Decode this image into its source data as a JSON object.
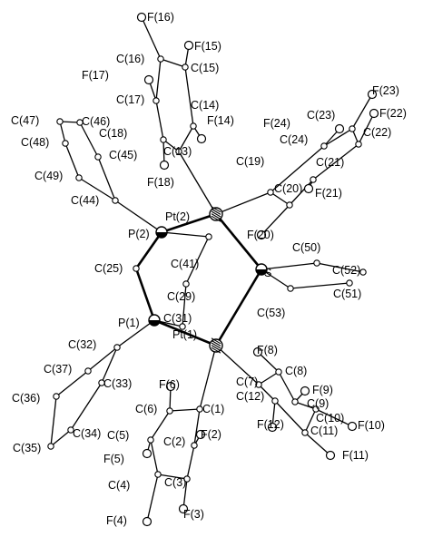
{
  "figure": {
    "atoms": [
      {
        "id": "Pt1",
        "label": "Pt(1)",
        "kind": "metal"
      },
      {
        "id": "Pt2",
        "label": "Pt(2)",
        "kind": "metal"
      },
      {
        "id": "P1",
        "label": "P(1)",
        "kind": "heavy"
      },
      {
        "id": "P2",
        "label": "P(2)",
        "kind": "heavy"
      },
      {
        "id": "S",
        "label": "S",
        "kind": "heavy"
      },
      {
        "id": "F16",
        "label": "F(16)",
        "kind": "F"
      },
      {
        "id": "C16",
        "label": "C(16)",
        "kind": "C"
      },
      {
        "id": "F15",
        "label": "F(15)",
        "kind": "F"
      },
      {
        "id": "C15",
        "label": "C(15)",
        "kind": "C"
      },
      {
        "id": "F17",
        "label": "F(17)",
        "kind": "F"
      },
      {
        "id": "C17",
        "label": "C(17)",
        "kind": "C"
      },
      {
        "id": "C14",
        "label": "C(14)",
        "kind": "C"
      },
      {
        "id": "F14",
        "label": "F(14)",
        "kind": "F"
      },
      {
        "id": "C18",
        "label": "C(18)",
        "kind": "C"
      },
      {
        "id": "C13",
        "label": "C(13)",
        "kind": "C"
      },
      {
        "id": "F18",
        "label": "F(18)",
        "kind": "F"
      },
      {
        "id": "F23",
        "label": "F(23)",
        "kind": "F"
      },
      {
        "id": "F22",
        "label": "F(22)",
        "kind": "F"
      },
      {
        "id": "F24",
        "label": "F(24)",
        "kind": "F"
      },
      {
        "id": "C23",
        "label": "C(23)",
        "kind": "C"
      },
      {
        "id": "C24",
        "label": "C(24)",
        "kind": "C"
      },
      {
        "id": "C22",
        "label": "C(22)",
        "kind": "C"
      },
      {
        "id": "C19",
        "label": "C(19)",
        "kind": "C"
      },
      {
        "id": "C21",
        "label": "C(21)",
        "kind": "C"
      },
      {
        "id": "C20",
        "label": "C(20)",
        "kind": "C"
      },
      {
        "id": "F21",
        "label": "F(21)",
        "kind": "F"
      },
      {
        "id": "F20",
        "label": "F(20)",
        "kind": "F"
      },
      {
        "id": "C47",
        "label": "C(47)",
        "kind": "C"
      },
      {
        "id": "C46",
        "label": "C(46)",
        "kind": "C"
      },
      {
        "id": "C48",
        "label": "C(48)",
        "kind": "C"
      },
      {
        "id": "C45",
        "label": "C(45)",
        "kind": "C"
      },
      {
        "id": "C49",
        "label": "C(49)",
        "kind": "C"
      },
      {
        "id": "C44",
        "label": "C(44)",
        "kind": "C"
      },
      {
        "id": "C25",
        "label": "C(25)",
        "kind": "C"
      },
      {
        "id": "C41",
        "label": "C(41)",
        "kind": "C"
      },
      {
        "id": "C29",
        "label": "C(29)",
        "kind": "C"
      },
      {
        "id": "C31",
        "label": "C(31)",
        "kind": "C"
      },
      {
        "id": "C50",
        "label": "C(50)",
        "kind": "C"
      },
      {
        "id": "C52",
        "label": "C(52)",
        "kind": "C"
      },
      {
        "id": "C51",
        "label": "C(51)",
        "kind": "C"
      },
      {
        "id": "C53",
        "label": "C(53)",
        "kind": "C"
      },
      {
        "id": "C32",
        "label": "C(32)",
        "kind": "C"
      },
      {
        "id": "C37",
        "label": "C(37)",
        "kind": "C"
      },
      {
        "id": "C33",
        "label": "C(33)",
        "kind": "C"
      },
      {
        "id": "C36",
        "label": "C(36)",
        "kind": "C"
      },
      {
        "id": "C34",
        "label": "C(34)",
        "kind": "C"
      },
      {
        "id": "C35",
        "label": "C(35)",
        "kind": "C"
      },
      {
        "id": "F6",
        "label": "F(6)",
        "kind": "F"
      },
      {
        "id": "C6",
        "label": "C(6)",
        "kind": "C"
      },
      {
        "id": "C1",
        "label": "C(1)",
        "kind": "C"
      },
      {
        "id": "C5",
        "label": "C(5)",
        "kind": "C"
      },
      {
        "id": "C2",
        "label": "C(2)",
        "kind": "C"
      },
      {
        "id": "F2",
        "label": "F(2)",
        "kind": "F"
      },
      {
        "id": "F5",
        "label": "F(5)",
        "kind": "F"
      },
      {
        "id": "C4",
        "label": "C(4)",
        "kind": "C"
      },
      {
        "id": "C3",
        "label": "C(3)",
        "kind": "C"
      },
      {
        "id": "F4",
        "label": "F(4)",
        "kind": "F"
      },
      {
        "id": "F3",
        "label": "F(3)",
        "kind": "F"
      },
      {
        "id": "F8",
        "label": "F(8)",
        "kind": "F"
      },
      {
        "id": "C8",
        "label": "C(8)",
        "kind": "C"
      },
      {
        "id": "C7",
        "label": "C(7)",
        "kind": "C"
      },
      {
        "id": "F9",
        "label": "F(9)",
        "kind": "F"
      },
      {
        "id": "C9",
        "label": "C(9)",
        "kind": "C"
      },
      {
        "id": "C12",
        "label": "C(12)",
        "kind": "C"
      },
      {
        "id": "C10",
        "label": "C(10)",
        "kind": "C"
      },
      {
        "id": "F12",
        "label": "F(12)",
        "kind": "F"
      },
      {
        "id": "C11",
        "label": "C(11)",
        "kind": "C"
      },
      {
        "id": "F10",
        "label": "F(10)",
        "kind": "F"
      },
      {
        "id": "F11",
        "label": "F(11)",
        "kind": "F"
      }
    ],
    "bonds": [
      [
        "Pt2",
        "P2"
      ],
      [
        "Pt2",
        "S"
      ],
      [
        "Pt1",
        "S"
      ],
      [
        "Pt1",
        "P1"
      ],
      [
        "P2",
        "C25"
      ],
      [
        "C25",
        "P1"
      ],
      [
        "Pt2",
        "C13"
      ],
      [
        "Pt2",
        "C19"
      ],
      [
        "Pt1",
        "C1"
      ],
      [
        "Pt1",
        "C7"
      ],
      [
        "P2",
        "C44"
      ],
      [
        "P2",
        "C41"
      ],
      [
        "P1",
        "C32"
      ],
      [
        "P1",
        "C31"
      ],
      [
        "C41",
        "C29"
      ],
      [
        "C29",
        "C31"
      ],
      [
        "S",
        "C50"
      ],
      [
        "C50",
        "C52"
      ],
      [
        "S",
        "C53"
      ],
      [
        "C53",
        "C51"
      ],
      [
        "C13",
        "C14"
      ],
      [
        "C14",
        "C15"
      ],
      [
        "C15",
        "C16"
      ],
      [
        "C16",
        "C17"
      ],
      [
        "C17",
        "C18"
      ],
      [
        "C18",
        "C13"
      ],
      [
        "C16",
        "F16"
      ],
      [
        "C15",
        "F15"
      ],
      [
        "C17",
        "F17"
      ],
      [
        "C14",
        "F14"
      ],
      [
        "C18",
        "F18"
      ],
      [
        "C19",
        "C20"
      ],
      [
        "C20",
        "C21"
      ],
      [
        "C21",
        "C22"
      ],
      [
        "C22",
        "C23"
      ],
      [
        "C23",
        "C24"
      ],
      [
        "C24",
        "C19"
      ],
      [
        "C23",
        "F23"
      ],
      [
        "C22",
        "F22"
      ],
      [
        "C24",
        "F24"
      ],
      [
        "C21",
        "F21"
      ],
      [
        "C20",
        "F20"
      ],
      [
        "C44",
        "C45"
      ],
      [
        "C45",
        "C46"
      ],
      [
        "C46",
        "C47"
      ],
      [
        "C47",
        "C48"
      ],
      [
        "C48",
        "C49"
      ],
      [
        "C49",
        "C44"
      ],
      [
        "C32",
        "C33"
      ],
      [
        "C33",
        "C34"
      ],
      [
        "C34",
        "C35"
      ],
      [
        "C35",
        "C36"
      ],
      [
        "C36",
        "C37"
      ],
      [
        "C37",
        "C32"
      ],
      [
        "C1",
        "C2"
      ],
      [
        "C2",
        "C3"
      ],
      [
        "C3",
        "C4"
      ],
      [
        "C4",
        "C5"
      ],
      [
        "C5",
        "C6"
      ],
      [
        "C6",
        "C1"
      ],
      [
        "C6",
        "F6"
      ],
      [
        "C2",
        "F2"
      ],
      [
        "C5",
        "F5"
      ],
      [
        "C4",
        "F4"
      ],
      [
        "C3",
        "F3"
      ],
      [
        "C7",
        "C8"
      ],
      [
        "C8",
        "C9"
      ],
      [
        "C9",
        "C10"
      ],
      [
        "C10",
        "C11"
      ],
      [
        "C11",
        "C12"
      ],
      [
        "C12",
        "C7"
      ],
      [
        "C8",
        "F8"
      ],
      [
        "C9",
        "F9"
      ],
      [
        "C12",
        "F12"
      ],
      [
        "C10",
        "F10"
      ],
      [
        "C11",
        "F11"
      ]
    ]
  }
}
